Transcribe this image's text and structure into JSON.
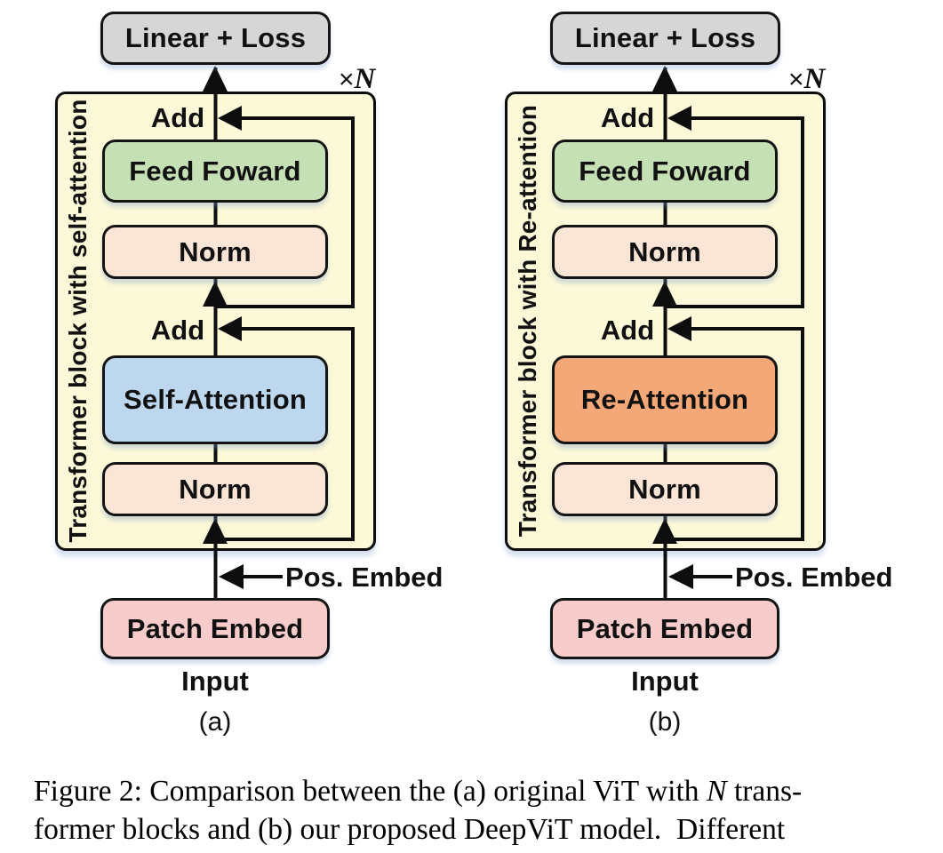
{
  "figure": {
    "colors": {
      "container_fill": "#fcf9d8",
      "wire": "#0d0d0d",
      "linear_loss_fill": "#d6d6d6",
      "feed_forward_fill": "#c5e0b4",
      "norm_fill": "#fbe5d6",
      "self_attention_fill": "#bdd7ee",
      "re_attention_fill": "#f4a878",
      "patch_embed_fill": "#f8cccb"
    },
    "multiplier": {
      "times": "×",
      "n": "N"
    },
    "diagrams": [
      {
        "sublabel": "(a)",
        "container_label": "Transformer block with self-attention",
        "linear_loss": "Linear + Loss",
        "add_top": "Add",
        "feed_forward": "Feed Foward",
        "norm_top": "Norm",
        "add_mid": "Add",
        "attention": "Self-Attention",
        "attention_color": "#bdd7ee",
        "norm_bottom": "Norm",
        "pos_embed": "Pos. Embed",
        "patch_embed": "Patch Embed",
        "input_label": "Input"
      },
      {
        "sublabel": "(b)",
        "container_label": "Transformer block with Re-attention",
        "linear_loss": "Linear + Loss",
        "add_top": "Add",
        "feed_forward": "Feed Foward",
        "norm_top": "Norm",
        "add_mid": "Add",
        "attention": "Re-Attention",
        "attention_color": "#f4a878",
        "norm_bottom": "Norm",
        "pos_embed": "Pos. Embed",
        "patch_embed": "Patch Embed",
        "input_label": "Input"
      }
    ],
    "caption": {
      "line1_pre": "Figure 2: Comparison between the (a) original ViT with ",
      "line1_math": "N",
      "line1_post": " trans-",
      "line2": "former blocks and (b) our proposed DeepViT model.  Different"
    }
  }
}
